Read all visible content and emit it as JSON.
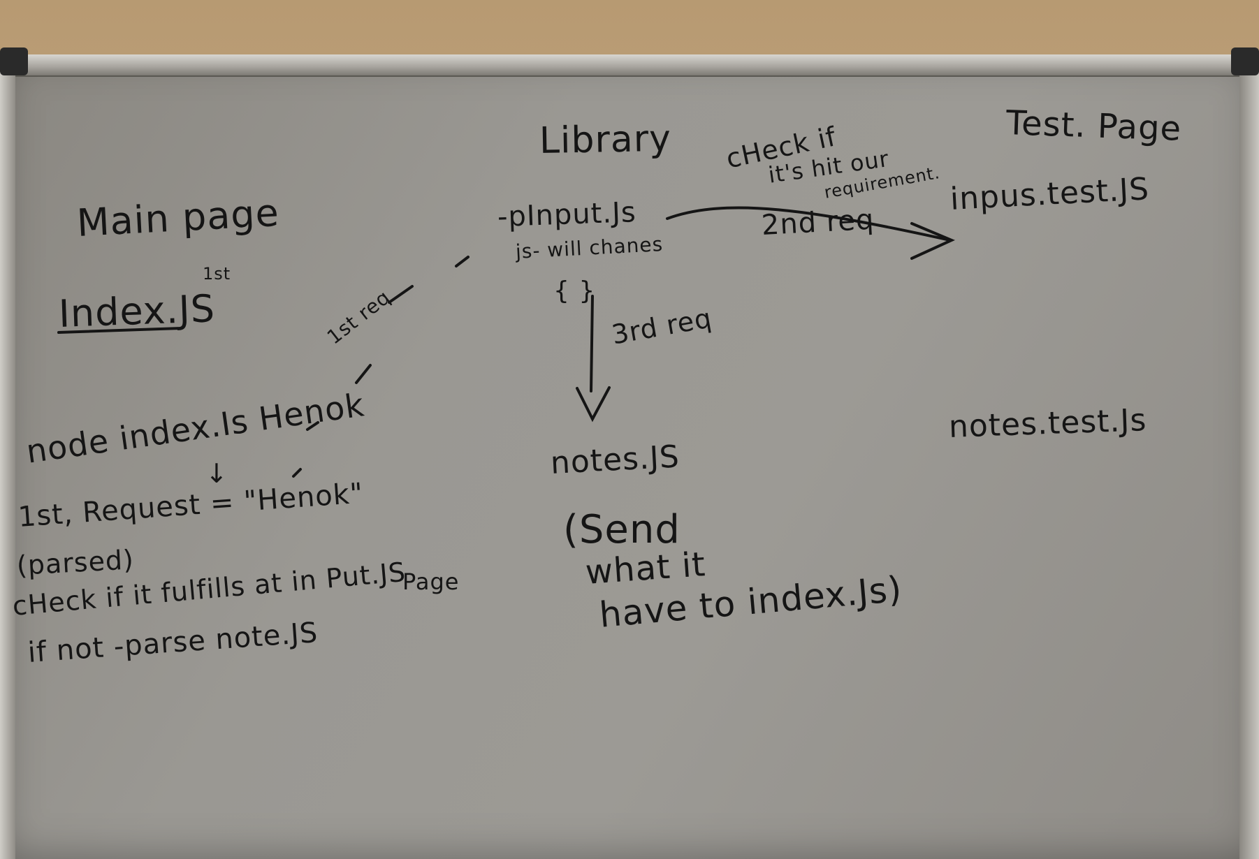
{
  "whiteboard": {
    "headings": {
      "main_page": "Main page",
      "library": "Library",
      "test_page": "Test. Page"
    },
    "main_page": {
      "index_js": "Index.JS",
      "index_js_marker": "1st",
      "first_req_marker": "1st req",
      "node_command": "node index.Is Henok",
      "down_arrow": "↓",
      "request_line": "1st, Request = \"Henok\"",
      "parsed": "(parsed)",
      "check_line": "cHeck if it fulfills at in Put.JS",
      "check_line_page": "Page",
      "if_not_line": "if not -parse note.JS"
    },
    "library": {
      "input_js": "-pInput.Js",
      "will_changes": "js- will chanes",
      "braces": "{ }",
      "third_req": "3rd req",
      "notes_js": "notes.JS",
      "send_line_1": "(Send",
      "send_line_2": "what it",
      "send_line_3": "have to index.Js)"
    },
    "test_page": {
      "check_if_1": "cHeck if",
      "check_if_2": "it's hit our",
      "check_if_3": "requirement.",
      "second_req": "2nd req",
      "inputs_test": "inpus.test.JS",
      "notes_test": "notes.test.Js"
    }
  }
}
